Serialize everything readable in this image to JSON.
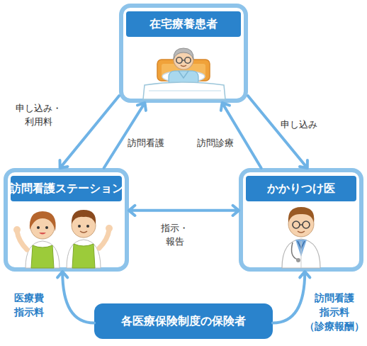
{
  "diagram": {
    "nodes": [
      {
        "text": [
          "在宅療養患者"
        ]
      },
      {
        "text": [
          "訪問看護ステーション"
        ]
      },
      {
        "text": [
          "かかりつけ医"
        ]
      },
      {
        "text": [
          "各医療保険制度の保険者"
        ]
      }
    ],
    "edges": [
      {
        "from": 0,
        "to": 1,
        "arrow": "to",
        "label": "申し込み・ 利用料"
      },
      {
        "from": 1,
        "to": 0,
        "arrow": "to",
        "label": "訪問看護"
      },
      {
        "from": 2,
        "to": 0,
        "arrow": "to",
        "label": "訪問診療"
      },
      {
        "from": 0,
        "to": 2,
        "arrow": "to",
        "label": "申し込み"
      },
      {
        "from": 1,
        "to": 2,
        "arrow": "both",
        "label": "指示・報告"
      },
      {
        "from": 3,
        "to": 1,
        "arrow": "to",
        "label": "医療費 指示料"
      },
      {
        "from": 3,
        "to": 2,
        "arrow": "to",
        "label": "訪問看護 指示料 （診療報酬）"
      }
    ]
  }
}
